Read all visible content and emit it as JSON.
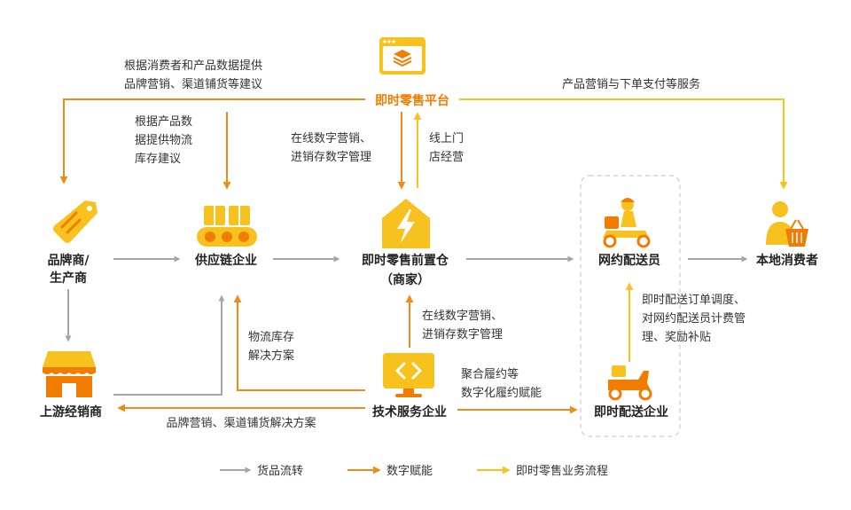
{
  "colors": {
    "gray": "#a6a6a6",
    "orange": "#f08a18",
    "yellow": "#f7c31c",
    "icon_yellow": "#f8c21e",
    "icon_orange": "#f07d00",
    "dark_text": "#222222",
    "platform_text": "#f07d00"
  },
  "nodes": {
    "platform": "即时零售平台",
    "brand": [
      "品牌商/",
      "生产商"
    ],
    "supply": "供应链企业",
    "warehouse": [
      "即时零售前置仓",
      "（商家）"
    ],
    "courier": "网约配送员",
    "consumer": "本地消费者",
    "upstream": "上游经销商",
    "tech": "技术服务企业",
    "delivery": "即时配送企业"
  },
  "edges": {
    "platform_to_brand": [
      "根据消费者和产品数据提供",
      "品牌营销、渠道铺货等建议"
    ],
    "platform_to_supply": [
      "根据产品数",
      "据提供物流",
      "库存建议"
    ],
    "platform_to_warehouse": [
      "在线数字营销、",
      "进销存数字管理"
    ],
    "warehouse_to_platform": [
      "线上门",
      "店经营"
    ],
    "platform_to_consumer": "产品营销与下单支付等服务",
    "tech_to_warehouse": [
      "在线数字营销、",
      "进销存数字管理"
    ],
    "tech_to_supply": [
      "物流库存",
      "解决方案"
    ],
    "tech_to_upstream": "品牌营销、渠道铺货解决方案",
    "tech_to_delivery": [
      "聚合履约等",
      "数字化履约赋能"
    ],
    "delivery_to_courier": [
      "即时配送订单调度、",
      "对网约配送员计费管",
      "理、奖励补贴"
    ]
  },
  "icons": {
    "platform": "browser-window-layers-icon",
    "brand": "price-tag-icon",
    "supply": "conveyor-boxes-icon",
    "warehouse": "house-lightning-icon",
    "courier": "delivery-rider-icon",
    "consumer": "shopper-basket-icon",
    "upstream": "storefront-icon",
    "tech": "code-monitor-icon",
    "delivery": "scooter-icon"
  },
  "legend": [
    {
      "label": "货品流转",
      "color": "#a6a6a6"
    },
    {
      "label": "数字赋能",
      "color": "#f08a18"
    },
    {
      "label": "即时零售业务流程",
      "color": "#f7c31c"
    }
  ]
}
